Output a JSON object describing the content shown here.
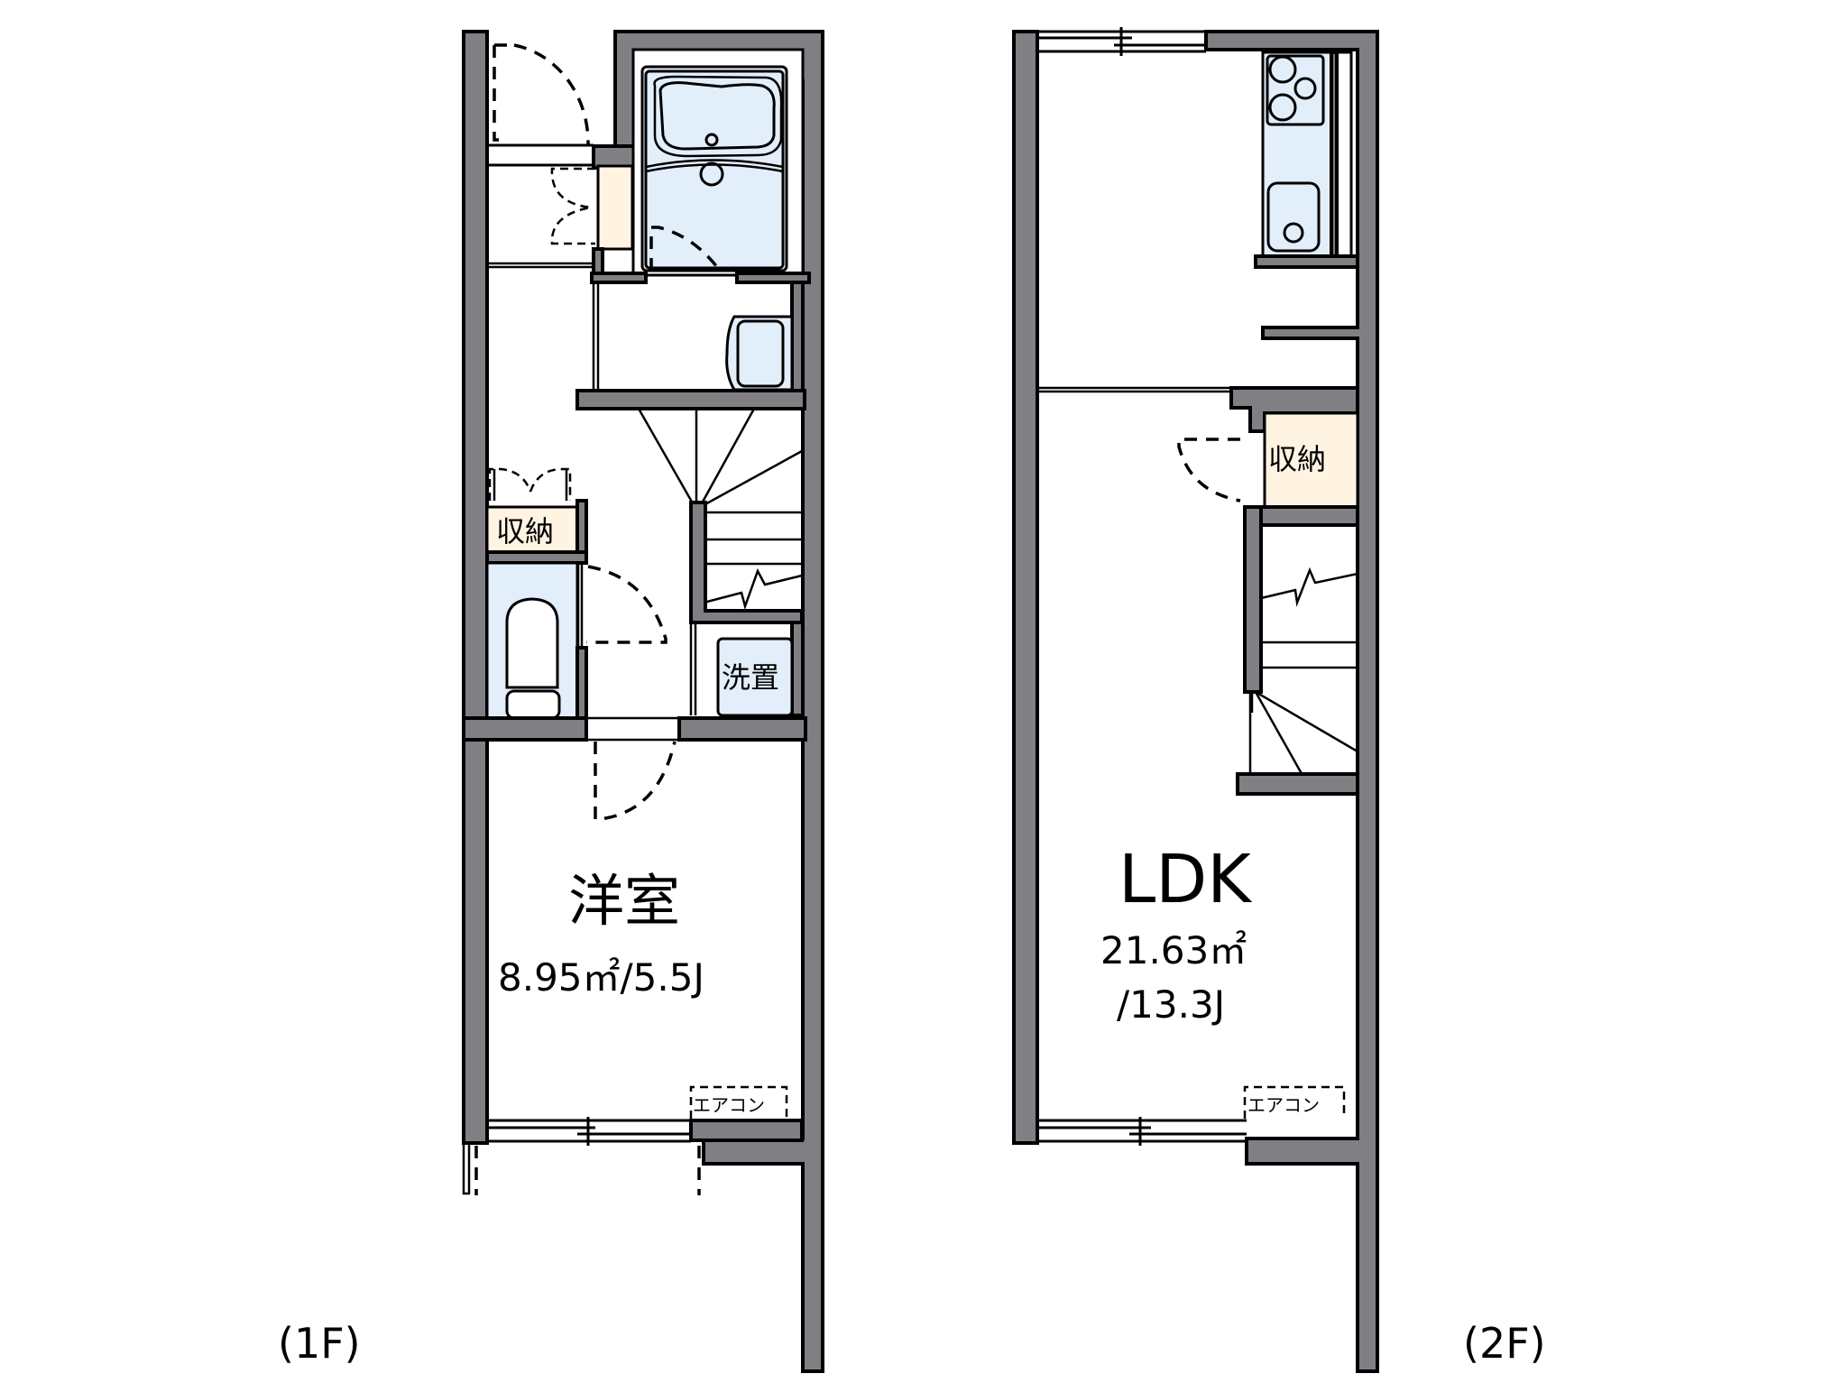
{
  "colors": {
    "wall": "#808084",
    "wet_area": "#e3eefb",
    "storage": "#fff4e2",
    "line": "#000000",
    "background": "#ffffff"
  },
  "floor_1": {
    "label": "(1F)",
    "western_room": {
      "name": "洋室",
      "area": "8.95㎡/5.5J"
    },
    "storage_label": "収納",
    "washer_label": "洗置",
    "aircon_label": "エアコン",
    "fixtures": [
      "entrance-door",
      "shoe-cabinet",
      "bathtub",
      "washbasin",
      "toilet",
      "stairs"
    ]
  },
  "floor_2": {
    "label": "(2F)",
    "ldk": {
      "name": "LDK",
      "area": "21.63㎡",
      "tatami": "/13.3J"
    },
    "storage_label": "収納",
    "aircon_label": "エアコン",
    "fixtures": [
      "kitchen-stove",
      "kitchen-sink",
      "stairs"
    ]
  }
}
